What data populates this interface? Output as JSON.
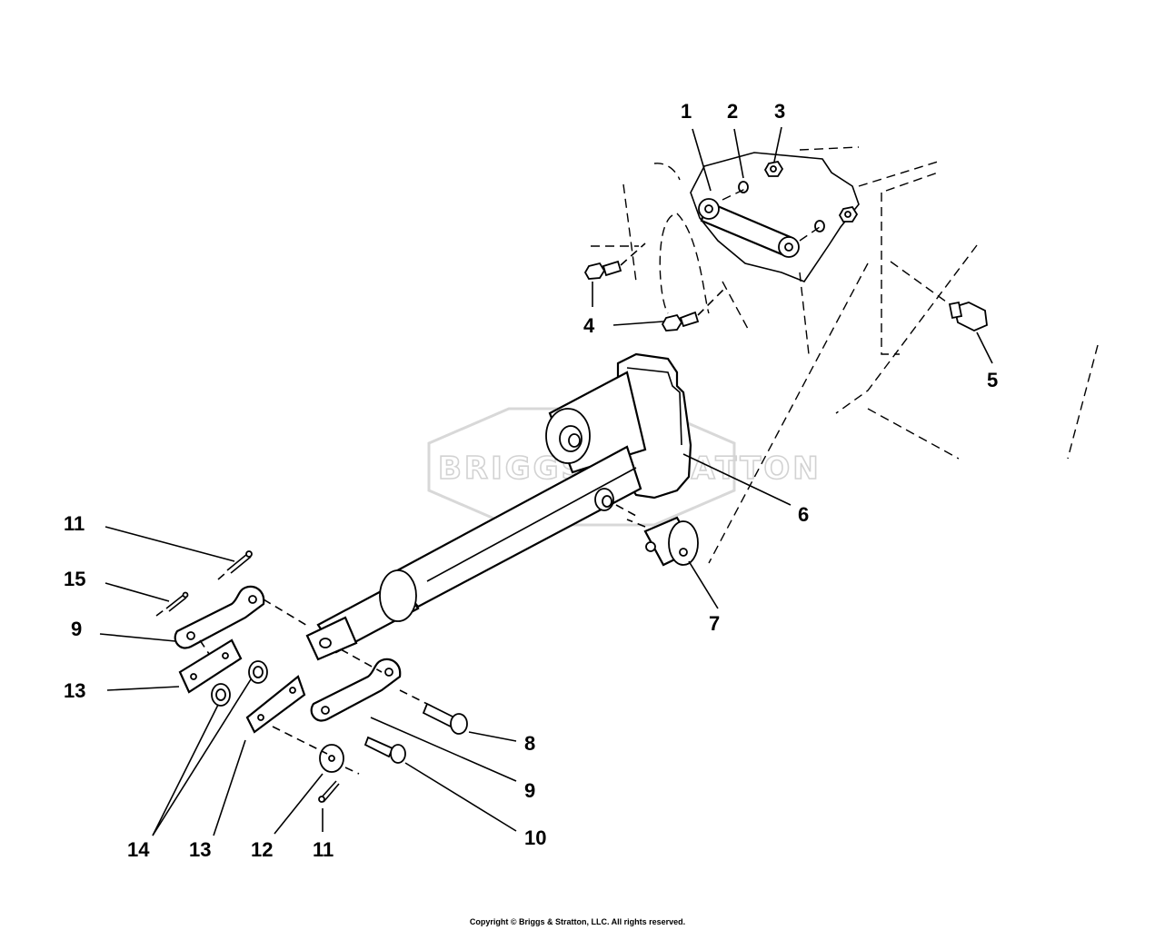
{
  "diagram": {
    "watermark": "BRIGGS&STRATTON",
    "callouts": [
      {
        "label": "1"
      },
      {
        "label": "2"
      },
      {
        "label": "3"
      },
      {
        "label": "4"
      },
      {
        "label": "5"
      },
      {
        "label": "6"
      },
      {
        "label": "7"
      },
      {
        "label": "8"
      },
      {
        "label": "9"
      },
      {
        "label": "9"
      },
      {
        "label": "10"
      },
      {
        "label": "11"
      },
      {
        "label": "11"
      },
      {
        "label": "12"
      },
      {
        "label": "13"
      },
      {
        "label": "13"
      },
      {
        "label": "14"
      },
      {
        "label": "15"
      }
    ],
    "copyright": "Copyright © Briggs & Stratton, LLC. All rights reserved."
  }
}
